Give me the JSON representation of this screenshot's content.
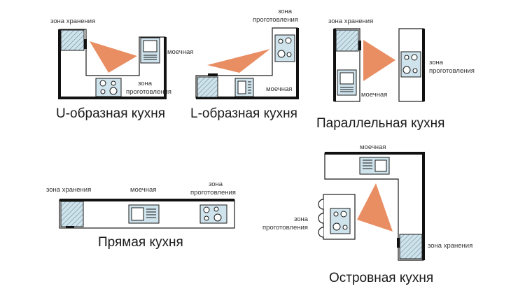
{
  "layouts": {
    "u_shape": {
      "title": "U-образная кухня",
      "storage_label": "зона хранения",
      "sink_label": "моечная",
      "cooking_label_line1": "зона",
      "cooking_label_line2": "проготовления"
    },
    "l_shape": {
      "title": "L-образная кухня",
      "cooking_label_line1": "зона",
      "cooking_label_line2": "проготовления",
      "sink_label": "моечная"
    },
    "parallel": {
      "title": "Параллельная кухня",
      "storage_label": "зона хранения",
      "cooking_label_line1": "зона",
      "cooking_label_line2": "проготовления",
      "sink_label": "моечная"
    },
    "straight": {
      "title": "Прямая кухня",
      "storage_label": "зона хранения",
      "sink_label": "моечная",
      "cooking_label_line1": "зона",
      "cooking_label_line2": "проготовления"
    },
    "island": {
      "title": "Островная кухня",
      "sink_label": "моечная",
      "cooking_label_line1": "зона",
      "cooking_label_line2": "проготовления",
      "storage_label": "зона хранения"
    }
  },
  "colors": {
    "triangle": "#e8875a",
    "appliance": "#cfe3ec",
    "wall": "#111111"
  }
}
